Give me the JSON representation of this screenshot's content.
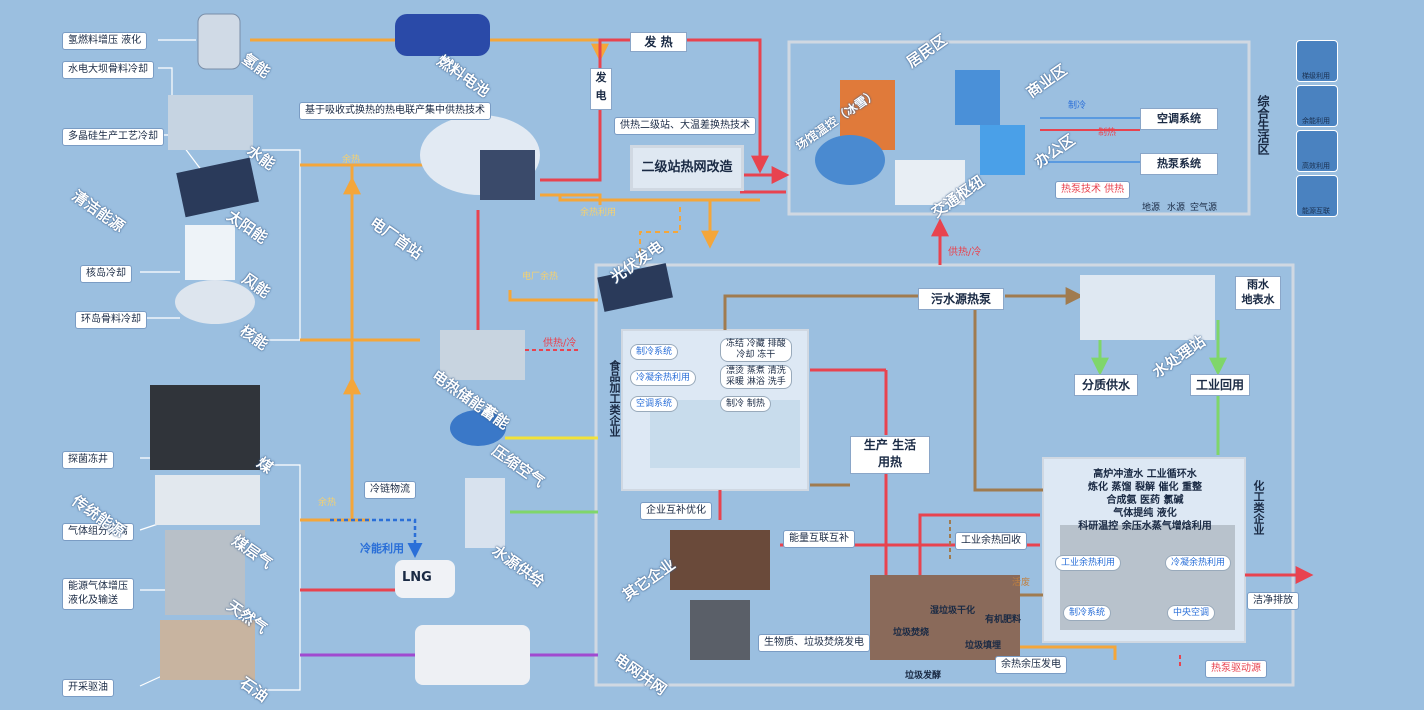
{
  "left_sources": {
    "h2_cooling": "氢燃料增压  液化",
    "hydro_dam": "水电大坝骨料冷却",
    "poly_si": "多晶硅生产工艺冷却",
    "island_cool": "核岛冷却",
    "ring_island": "环岛骨料冷却",
    "tanjing": "探菌冻井",
    "gas_sep": "气体组分分离",
    "energy_gas": "能源气体增压\n液化及输送",
    "oil": "开采驱油"
  },
  "energy_types": {
    "hydrogen": "氢能",
    "hydro": "水能",
    "clean": "清洁能源",
    "solar": "太阳能",
    "wind": "风能",
    "nuclear": "核能",
    "traditional": "传统能源",
    "coal": "煤",
    "coalbed": "煤层气",
    "natgas": "天然气",
    "petroleum": "石油"
  },
  "mid": {
    "fuel_cell": "燃料电池",
    "power_gen": "发电",
    "chp_tech": "基于吸收式换热的热电联产集中供热技术",
    "power_plant": "电厂首站",
    "waste_heat_top": "余热",
    "waste_heat_small": "余热利用",
    "waste_heat_2": "电厂余热",
    "storage": "电热储能蓄能",
    "heat_supply": "供热/冷",
    "compressed_air": "压缩空气",
    "water_supply": "水源供给",
    "cold_chain": "冷链物流",
    "cold_use": "冷能利用",
    "waste_heat_3": "余热",
    "lng": "LNG"
  },
  "top": {
    "fare": "发 热",
    "fadian": "发\n电",
    "station_tech": "供热二级站、大温差换热技术",
    "station_box": "二级站热网改造"
  },
  "life_zone": {
    "title": "综合生活区",
    "residential": "居民区",
    "commercial": "商业区",
    "office": "办公区",
    "venue": "场馆温控（冰雪）",
    "transport": "交通枢纽",
    "cooling": "制冷",
    "heating": "制热",
    "ac_system": "空调系统",
    "heat_system": "热泵系统",
    "hp_tech": "热泵技术 供热",
    "src_ground": "地源",
    "src_water": "水源",
    "src_air": "空气源",
    "supply": "供热/冷"
  },
  "industry": {
    "pv": "光伏发电",
    "food_title": "食品加工类企业",
    "cooling_sys": "制冷系统",
    "cooling_items": "冻结 冷藏 排酸\n冷却 冻干",
    "condense_heat": "冷凝余热利用",
    "condense_items": "漂烫 蒸煮 清洗\n采暖 淋浴 洗手",
    "ac_sys": "空调系统",
    "ac_items": "制冷 制热",
    "sewage_hp": "污水源热泵",
    "rain": "雨水\n地表水",
    "water_plant": "水处理站",
    "split_supply": "分质供水",
    "reuse": "工业回用",
    "prod_life": "生产 生活\n用热",
    "chem_title": "化工类企业",
    "chem_items": "高炉冲渣水 工业循环水\n炼化 蒸馏 裂解 催化 重整\n合成氨 医药 氯碱\n气体提纯 液化\n科研温控 余压水蒸气增焓利用",
    "ind_waste_heat": "工业余热利用",
    "cond_waste_heat": "冷凝余热利用",
    "chem_cooling": "制冷系统",
    "central_ac": "中央空调",
    "clean_discharge": "洁净排放",
    "ent_opt": "企业互补优化",
    "energy_mutual": "能量互联互补",
    "other_ent": "其它企业",
    "ind_heat_recovery": "工业余热回收",
    "grid": "电网并网",
    "biomass": "生物质、垃圾焚烧发电",
    "waste_heat_power": "余热余压发电",
    "hp_drive": "热泵驱动源",
    "wet_waste": "湿垃圾干化",
    "organic_fert": "有机肥料",
    "trash_burn": "垃圾焚烧",
    "landfill": "垃圾填埋",
    "ferment": "垃圾发酵",
    "waste_label": "活废"
  },
  "right_icons": [
    "梯级利用",
    "余能利用",
    "高效利用",
    "能源互联"
  ],
  "colors": {
    "red": "#e8434f",
    "orange": "#f4a63a",
    "brown": "#a07b4f",
    "green": "#7fd66a",
    "blue": "#2a6fd8",
    "purple": "#a04ad0",
    "yellow": "#f2e23a",
    "frame": "#d0d8e2"
  }
}
